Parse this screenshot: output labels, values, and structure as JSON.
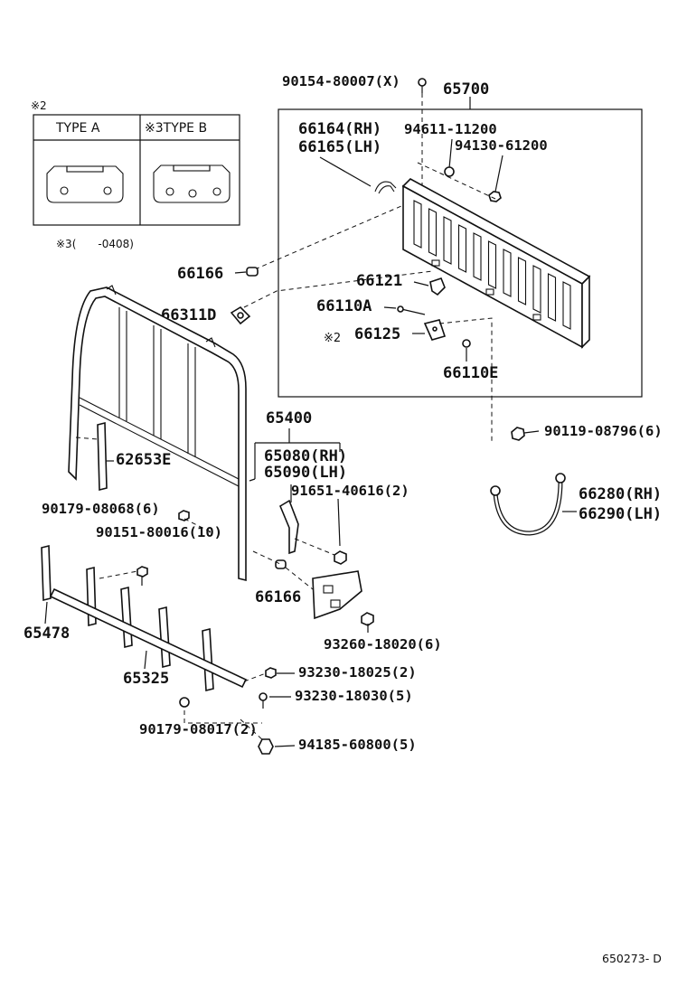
{
  "labels": {
    "l65700": "65700",
    "l90154": "90154-80007(X)",
    "l66164": "66164(RH)",
    "l66165": "66165(LH)",
    "l94611": "94611-11200",
    "l94130": "94130-61200",
    "l66166a": "66166",
    "l66121": "66121",
    "l66311": "66311D",
    "l66110a": "66110A",
    "l66125": "66125",
    "l66110e": "66110E",
    "l90119": "90119-08796(6)",
    "l65400": "65400",
    "l65080": "65080(RH)",
    "l65090": "65090(LH)",
    "l62653": "62653E",
    "l91651": "91651-40616(2)",
    "l66280": "66280(RH)",
    "l66290": "66290(LH)",
    "l90179a": "90179-08068(6)",
    "l90151": "90151-80016(10)",
    "l66166b": "66166",
    "l65478": "65478",
    "l93260": "93260-18020(6)",
    "l65325": "65325",
    "l93230a": "93230-18025(2)",
    "l93230b": "93230-18030(5)",
    "l90179b": "90179-08017(2)",
    "l94185": "94185-60800(5)"
  },
  "notes": {
    "marker2_top": "※2",
    "marker2_side": "※2",
    "type_a": "TYPE A",
    "type_b": "※3TYPE B",
    "footnote3": "※3(　　-0408)"
  },
  "footer": {
    "code": "650273- D"
  }
}
